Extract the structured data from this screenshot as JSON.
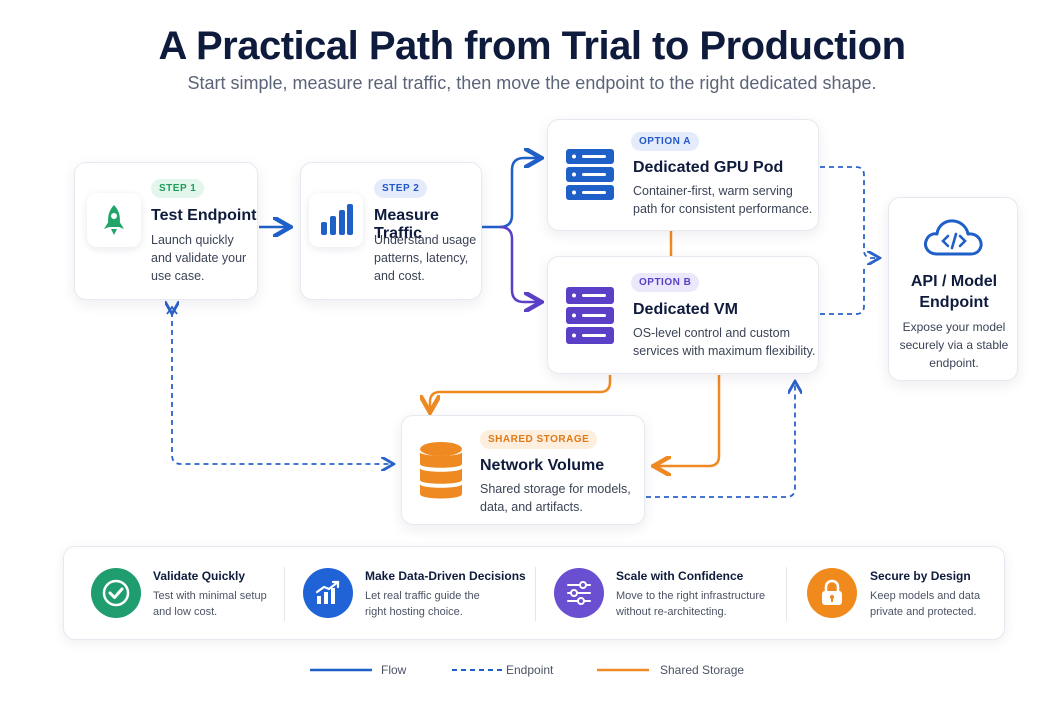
{
  "header": {
    "title": "A Practical Path from Trial to Production",
    "subtitle": "Start simple, measure real traffic, then move the endpoint to the right dedicated shape."
  },
  "nodes": {
    "step1": {
      "badge": "STEP 1",
      "title": "Test Endpoint",
      "desc": [
        "Launch quickly",
        "and validate your",
        "use case."
      ],
      "icon": "rocket-icon"
    },
    "step2": {
      "badge": "STEP 2",
      "title": "Measure Traffic",
      "desc": [
        "Understand usage",
        "patterns, latency,",
        "and cost."
      ],
      "icon": "bar-chart-icon"
    },
    "optionA": {
      "badge": "OPTION A",
      "title": "Dedicated GPU Pod",
      "desc": [
        "Container-first, warm serving",
        "path for consistent performance."
      ],
      "icon": "server-rack-icon"
    },
    "optionB": {
      "badge": "OPTION B",
      "title": "Dedicated VM",
      "desc": [
        "OS-level control and custom",
        "services with maximum flexibility."
      ],
      "icon": "vm-server-icon"
    },
    "endpoint": {
      "title_line1": "API / Model",
      "title_line2": "Endpoint",
      "desc": [
        "Expose your model",
        "securely via a stable",
        "endpoint."
      ],
      "icon": "cloud-code-icon"
    },
    "storage": {
      "badge": "SHARED STORAGE",
      "title": "Network Volume",
      "desc": [
        "Shared storage for models,",
        "data, and artifacts."
      ],
      "icon": "database-icon"
    }
  },
  "benefits": [
    {
      "title": "Validate Quickly",
      "desc": [
        "Test with minimal setup",
        "and low cost."
      ],
      "icon": "checkmark-icon",
      "color": "#1f9d6e"
    },
    {
      "title": "Make Data-Driven Decisions",
      "desc": [
        "Let real traffic guide the",
        "right hosting choice."
      ],
      "icon": "trend-chart-icon",
      "color": "#1f63d6"
    },
    {
      "title": "Scale with Confidence",
      "desc": [
        "Move to the right infrastructure",
        "without re-architecting."
      ],
      "icon": "sliders-icon",
      "color": "#6a4fd1"
    },
    {
      "title": "Secure by Design",
      "desc": [
        "Keep models and data",
        "private and protected."
      ],
      "icon": "lock-icon",
      "color": "#f08a1c"
    }
  ],
  "legend": [
    {
      "label": "Flow",
      "color": "#1f5fc8",
      "style": "solid"
    },
    {
      "label": "Endpoint",
      "color": "#1f5fc8",
      "style": "dashed"
    },
    {
      "label": "Shared Storage",
      "color": "#ef8a22",
      "style": "solid"
    }
  ],
  "colors": {
    "flow": "#1f5fc8",
    "flow_purple": "#5b3fc7",
    "endpoint": "#2a62c9",
    "storage": "#ef8a22",
    "title": "#0f1b3d"
  }
}
